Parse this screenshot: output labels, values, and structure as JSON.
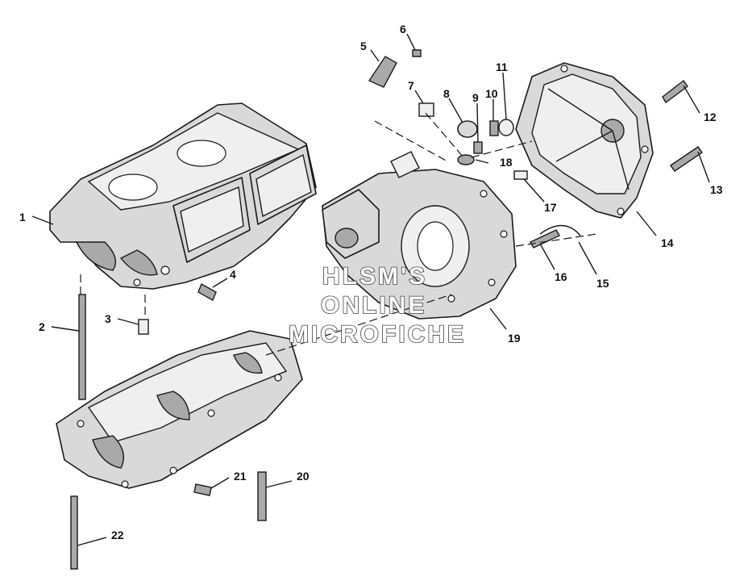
{
  "callouts": {
    "c1": "1",
    "c2": "2",
    "c3": "3",
    "c4": "4",
    "c5": "5",
    "c6": "6",
    "c7": "7",
    "c8": "8",
    "c9": "9",
    "c10": "10",
    "c11": "11",
    "c12": "12",
    "c13": "13",
    "c14": "14",
    "c15": "15",
    "c16": "16",
    "c17": "17",
    "c18": "18",
    "c19": "19",
    "c20": "20",
    "c21": "21",
    "c22": "22"
  },
  "watermark": {
    "line1": "HLSM'S",
    "line2": "ONLINE",
    "line3": "MICROFICHE"
  }
}
